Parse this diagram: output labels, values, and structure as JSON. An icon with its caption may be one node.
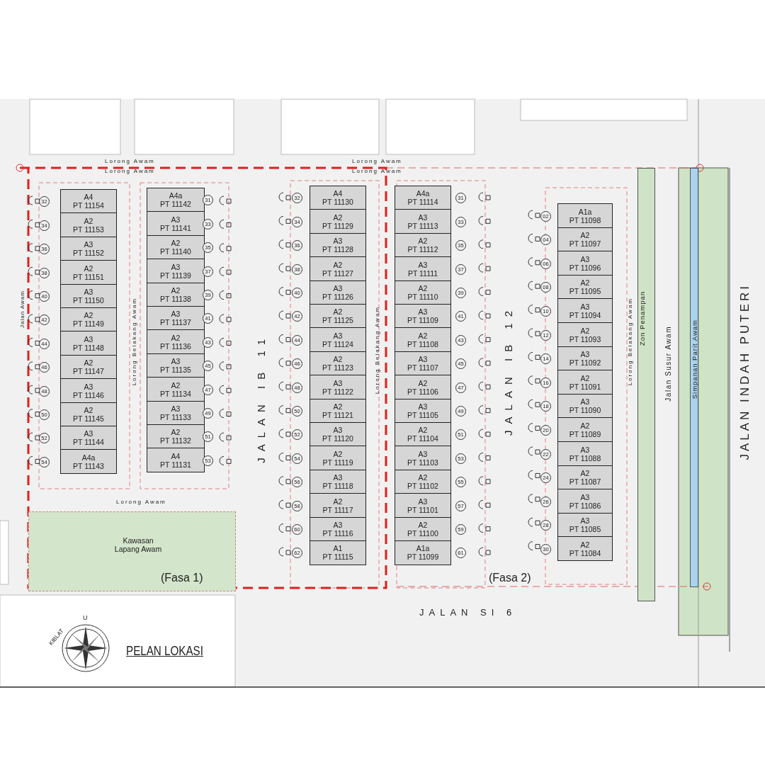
{
  "diagram": {
    "title": "PELAN LOKASI",
    "nodes": [
      {
        "text": [
          "A4",
          "PT 11154"
        ],
        "beside": [
          "32"
        ]
      },
      {
        "text": [
          "A2",
          "PT 11153"
        ],
        "beside": [
          "34"
        ]
      },
      {
        "text": [
          "A3",
          "PT 11152"
        ],
        "beside": [
          "36"
        ]
      },
      {
        "text": [
          "A2",
          "PT 11151"
        ],
        "beside": [
          "38"
        ]
      },
      {
        "text": [
          "A3",
          "PT 11150"
        ],
        "beside": [
          "40"
        ]
      },
      {
        "text": [
          "A2",
          "PT 11149"
        ],
        "beside": [
          "42"
        ]
      },
      {
        "text": [
          "A3",
          "PT 11148"
        ],
        "beside": [
          "44"
        ]
      },
      {
        "text": [
          "A2",
          "PT 11147"
        ],
        "beside": [
          "46"
        ]
      },
      {
        "text": [
          "A3",
          "PT 11146"
        ],
        "beside": [
          "48"
        ]
      },
      {
        "text": [
          "A2",
          "PT 11145"
        ],
        "beside": [
          "50"
        ]
      },
      {
        "text": [
          "A3",
          "PT 11144"
        ],
        "beside": [
          "52"
        ]
      },
      {
        "text": [
          "A4a",
          "PT 11143"
        ],
        "beside": [
          "54"
        ]
      },
      {
        "text": [
          "A4a",
          "PT 11142"
        ],
        "beside": [
          "31"
        ]
      },
      {
        "text": [
          "A3",
          "PT 11141"
        ],
        "beside": [
          "33"
        ]
      },
      {
        "text": [
          "A2",
          "PT 11140"
        ],
        "beside": [
          "35"
        ]
      },
      {
        "text": [
          "A3",
          "PT 11139"
        ],
        "beside": [
          "37"
        ]
      },
      {
        "text": [
          "A2",
          "PT 11138"
        ],
        "beside": [
          "39"
        ]
      },
      {
        "text": [
          "A3",
          "PT 11137"
        ],
        "beside": [
          "41"
        ]
      },
      {
        "text": [
          "A2",
          "PT 11136"
        ],
        "beside": [
          "43"
        ]
      },
      {
        "text": [
          "A3",
          "PT 11135"
        ],
        "beside": [
          "45"
        ]
      },
      {
        "text": [
          "A2",
          "PT 11134"
        ],
        "beside": [
          "47"
        ]
      },
      {
        "text": [
          "A3",
          "PT 11133"
        ],
        "beside": [
          "49"
        ]
      },
      {
        "text": [
          "A2",
          "PT 11132"
        ],
        "beside": [
          "51"
        ]
      },
      {
        "text": [
          "A4",
          "PT 11131"
        ],
        "beside": [
          "53"
        ]
      },
      {
        "text": [
          "A4",
          "PT 11130"
        ],
        "beside": [
          "32"
        ]
      },
      {
        "text": [
          "A2",
          "PT 11129"
        ],
        "beside": [
          "34"
        ]
      },
      {
        "text": [
          "A3",
          "PT 11128"
        ],
        "beside": [
          "36"
        ]
      },
      {
        "text": [
          "A2",
          "PT 11127"
        ],
        "beside": [
          "38"
        ]
      },
      {
        "text": [
          "A3",
          "PT 11126"
        ],
        "beside": [
          "40"
        ]
      },
      {
        "text": [
          "A2",
          "PT 11125"
        ],
        "beside": [
          "42"
        ]
      },
      {
        "text": [
          "A3",
          "PT 11124"
        ],
        "beside": [
          "44"
        ]
      },
      {
        "text": [
          "A2",
          "PT 11123"
        ],
        "beside": [
          "46"
        ]
      },
      {
        "text": [
          "A3",
          "PT 11122"
        ],
        "beside": [
          "48"
        ]
      },
      {
        "text": [
          "A2",
          "PT 11121"
        ],
        "beside": [
          "50"
        ]
      },
      {
        "text": [
          "A3",
          "PT 11120"
        ],
        "beside": [
          "52"
        ]
      },
      {
        "text": [
          "A2",
          "PT 11119"
        ],
        "beside": [
          "54"
        ]
      },
      {
        "text": [
          "A3",
          "PT 11118"
        ],
        "beside": [
          "56"
        ]
      },
      {
        "text": [
          "A2",
          "PT 11117"
        ],
        "beside": [
          "58"
        ]
      },
      {
        "text": [
          "A3",
          "PT 11116"
        ],
        "beside": [
          "60"
        ]
      },
      {
        "text": [
          "A1",
          "PT 11115"
        ],
        "beside": [
          "62"
        ]
      },
      {
        "text": [
          "A4a",
          "PT 11114"
        ],
        "beside": [
          "31"
        ]
      },
      {
        "text": [
          "A3",
          "PT 11113"
        ],
        "beside": [
          "33"
        ]
      },
      {
        "text": [
          "A2",
          "PT 11112"
        ],
        "beside": [
          "35"
        ]
      },
      {
        "text": [
          "A3",
          "PT 11111"
        ],
        "beside": [
          "37"
        ]
      },
      {
        "text": [
          "A2",
          "PT 11110"
        ],
        "beside": [
          "39"
        ]
      },
      {
        "text": [
          "A3",
          "PT 11109"
        ],
        "beside": [
          "41"
        ]
      },
      {
        "text": [
          "A2",
          "PT 11108"
        ],
        "beside": [
          "43"
        ]
      },
      {
        "text": [
          "A3",
          "PT 11107"
        ],
        "beside": [
          "45"
        ]
      },
      {
        "text": [
          "A2",
          "PT 11106"
        ],
        "beside": [
          "47"
        ]
      },
      {
        "text": [
          "A3",
          "PT 11105"
        ],
        "beside": [
          "49"
        ]
      },
      {
        "text": [
          "A2",
          "PT 11104"
        ],
        "beside": [
          "51"
        ]
      },
      {
        "text": [
          "A3",
          "PT 11103"
        ],
        "beside": [
          "53"
        ]
      },
      {
        "text": [
          "A2",
          "PT 11102"
        ],
        "beside": [
          "55"
        ]
      },
      {
        "text": [
          "A3",
          "PT 11101"
        ],
        "beside": [
          "57"
        ]
      },
      {
        "text": [
          "A2",
          "PT 11100"
        ],
        "beside": [
          "59"
        ]
      },
      {
        "text": [
          "A1a",
          "PT 11099"
        ],
        "beside": [
          "61"
        ]
      },
      {
        "text": [
          "A1a",
          "PT 11098"
        ],
        "beside": [
          "02"
        ]
      },
      {
        "text": [
          "A2",
          "PT 11097"
        ],
        "beside": [
          "04"
        ]
      },
      {
        "text": [
          "A3",
          "PT 11096"
        ],
        "beside": [
          "06"
        ]
      },
      {
        "text": [
          "A2",
          "PT 11095"
        ],
        "beside": [
          "08"
        ]
      },
      {
        "text": [
          "A3",
          "PT 11094"
        ],
        "beside": [
          "10"
        ]
      },
      {
        "text": [
          "A2",
          "PT 11093"
        ],
        "beside": [
          "12"
        ]
      },
      {
        "text": [
          "A3",
          "PT 11092"
        ],
        "beside": [
          "14"
        ]
      },
      {
        "text": [
          "A2",
          "PT 11091"
        ],
        "beside": [
          "16"
        ]
      },
      {
        "text": [
          "A3",
          "PT 11090"
        ],
        "beside": [
          "18"
        ]
      },
      {
        "text": [
          "A2",
          "PT 11089"
        ],
        "beside": [
          "20"
        ]
      },
      {
        "text": [
          "A3",
          "PT 11088"
        ],
        "beside": [
          "22"
        ]
      },
      {
        "text": [
          "A2",
          "PT 11087"
        ],
        "beside": [
          "24"
        ]
      },
      {
        "text": [
          "A3",
          "PT 11086"
        ],
        "beside": [
          "26"
        ]
      },
      {
        "text": [
          "A3",
          "PT 11085"
        ],
        "beside": [
          "28"
        ]
      },
      {
        "text": [
          "A2",
          "PT 11084"
        ],
        "beside": [
          "30"
        ]
      },
      {
        "text": [
          "Kawasan Lapang Awam",
          "(Fasa 1)"
        ]
      },
      {
        "text": [
          "Zon Penampan"
        ]
      },
      {
        "text": [
          "Simpanan Parit Awam"
        ]
      }
    ],
    "labels": [
      "Lorong Awam",
      "Lorong Awam",
      "Lorong Awam",
      "Lorong Awam",
      "Jalan Awam",
      "Lorong Belakang Awam",
      "JALAN IB 11",
      "Lorong Belakang Awam",
      "JALAN IB 12",
      "Lorong Belakang Awam",
      "Jalan Susur Awam",
      "JALAN INDAH PUTERI",
      "Lorong Awam",
      "(Fasa 2)",
      "JALAN SI 6",
      "KIBLAT",
      "U"
    ]
  }
}
